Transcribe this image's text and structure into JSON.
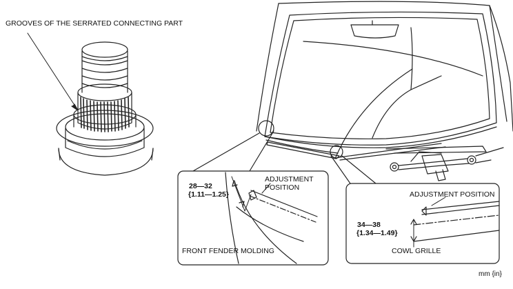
{
  "labels": {
    "grooves": "GROOVES OF THE SERRATED CONNECTING PART",
    "left_adjust_1": "ADJUSTMENT",
    "left_adjust_2": "POSITION",
    "left_dim_1": "28—32",
    "left_dim_2": "{1.11—1.25}",
    "front_fender": "FRONT FENDER MOLDING",
    "right_adjust": "ADJUSTMENT POSITION",
    "right_dim_1": "34—38",
    "right_dim_2": "{1.34—1.49}",
    "cowl": "COWL GRILLE",
    "units": "mm {in}"
  }
}
